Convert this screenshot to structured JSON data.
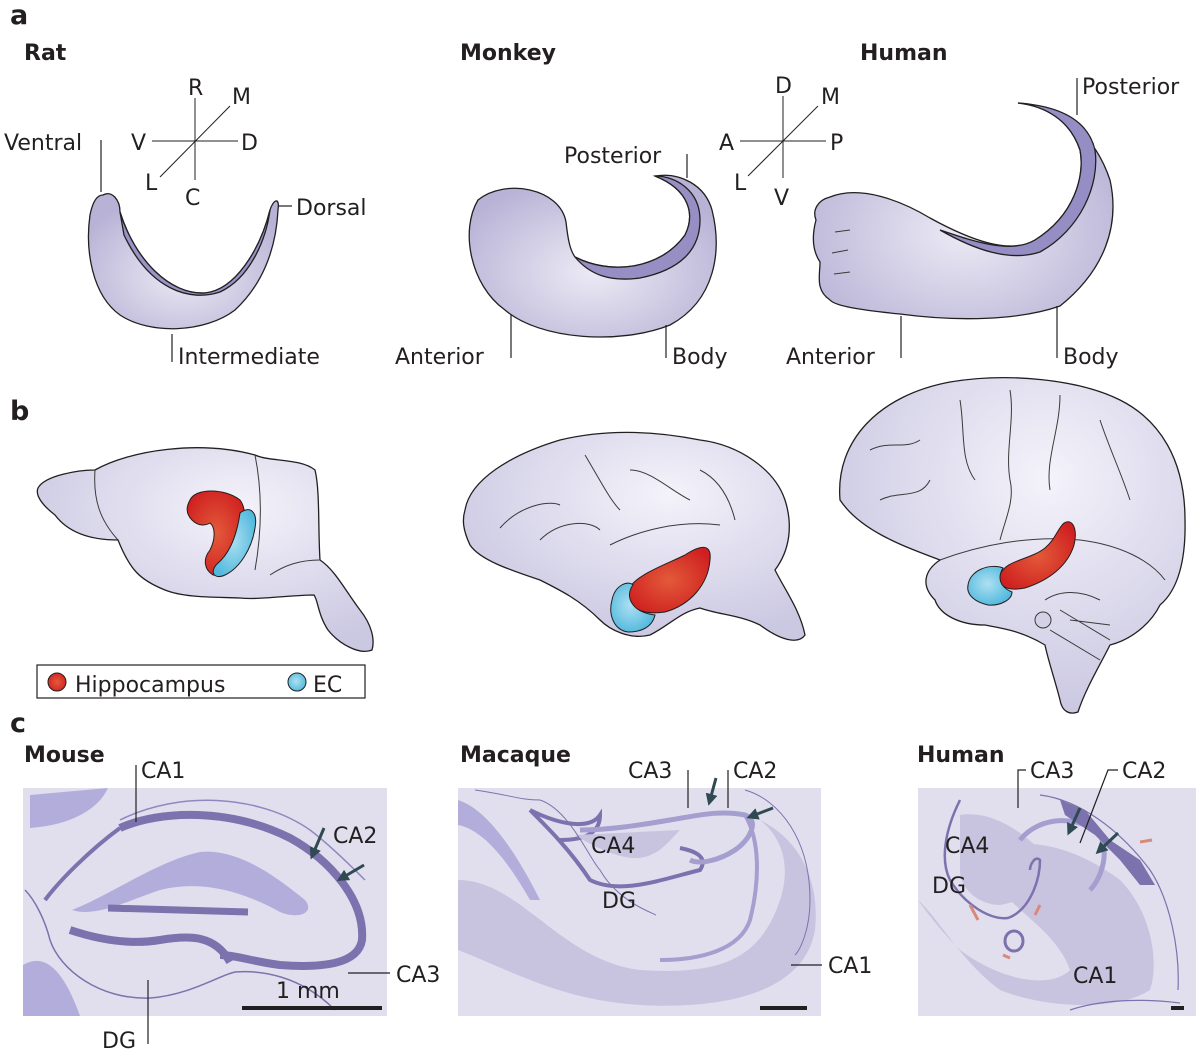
{
  "panels": {
    "a": {
      "letter": "a",
      "species": [
        "Rat",
        "Monkey",
        "Human"
      ],
      "rat": {
        "axes": {
          "up": "R",
          "down": "C",
          "left": "V",
          "right": "D",
          "diag_up": "M",
          "diag_down": "L"
        },
        "labels": {
          "ventral": "Ventral",
          "dorsal": "Dorsal",
          "intermediate": "Intermediate"
        }
      },
      "monkey": {
        "labels": {
          "posterior": "Posterior",
          "anterior": "Anterior",
          "body": "Body"
        }
      },
      "human": {
        "axes": {
          "up": "D",
          "down": "V",
          "left": "A",
          "right": "P",
          "diag_up": "M",
          "diag_down": "L"
        },
        "labels": {
          "posterior": "Posterior",
          "anterior": "Anterior",
          "body": "Body"
        }
      }
    },
    "b": {
      "letter": "b",
      "legend": [
        {
          "label": "Hippocampus",
          "color": "#d42a24"
        },
        {
          "label": "EC",
          "color": "#5ec3e3"
        }
      ]
    },
    "c": {
      "letter": "c",
      "mouse": {
        "title": "Mouse",
        "labels": {
          "ca1": "CA1",
          "ca2": "CA2",
          "ca3": "CA3",
          "dg": "DG"
        },
        "scale": "1 mm"
      },
      "macaque": {
        "title": "Macaque",
        "labels": {
          "ca3": "CA3",
          "ca2": "CA2",
          "ca4": "CA4",
          "dg": "DG",
          "ca1": "CA1"
        }
      },
      "human": {
        "title": "Human",
        "labels": {
          "ca3": "CA3",
          "ca2": "CA2",
          "ca4": "CA4",
          "dg": "DG",
          "ca1": "CA1"
        }
      }
    }
  },
  "colors": {
    "hippo_fill": "#bdb9dc",
    "hippo_dark": "#8f88bf",
    "brain": "#d6d4e9",
    "section_bg": "#e1dfee",
    "section_mid": "#c8c4e0",
    "section_dark": "#7c72ad",
    "arrow": "#2f4a52"
  }
}
